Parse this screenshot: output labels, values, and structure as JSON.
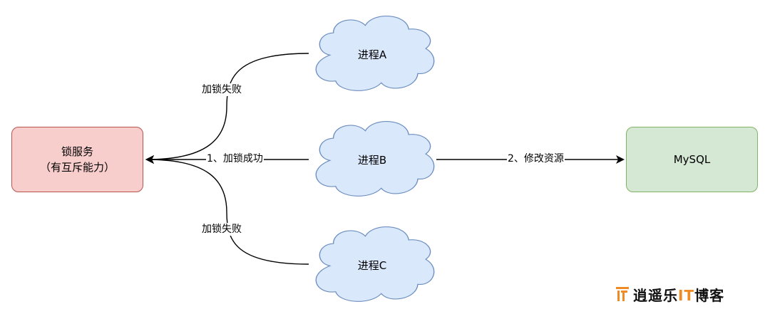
{
  "nodes": {
    "lock_service": {
      "line1": "锁服务",
      "line2": "（有互斥能力）"
    },
    "process_a": "进程A",
    "process_b": "进程B",
    "process_c": "进程C",
    "mysql": "MySQL"
  },
  "edges": {
    "a_to_lock": "加锁失败",
    "b_to_lock": "1、加锁成功",
    "c_to_lock": "加锁失败",
    "b_to_mysql": "2、修改资源"
  },
  "watermark": {
    "prefix": "逍遥乐",
    "accent": "IT",
    "suffix": "博客"
  },
  "colors": {
    "lock_fill": "#f8cecc",
    "lock_stroke": "#b85450",
    "cloud_fill": "#dae8fc",
    "cloud_stroke": "#6c8ebf",
    "mysql_fill": "#d5e8d4",
    "mysql_stroke": "#82b366",
    "watermark_accent": "#f08a24"
  }
}
